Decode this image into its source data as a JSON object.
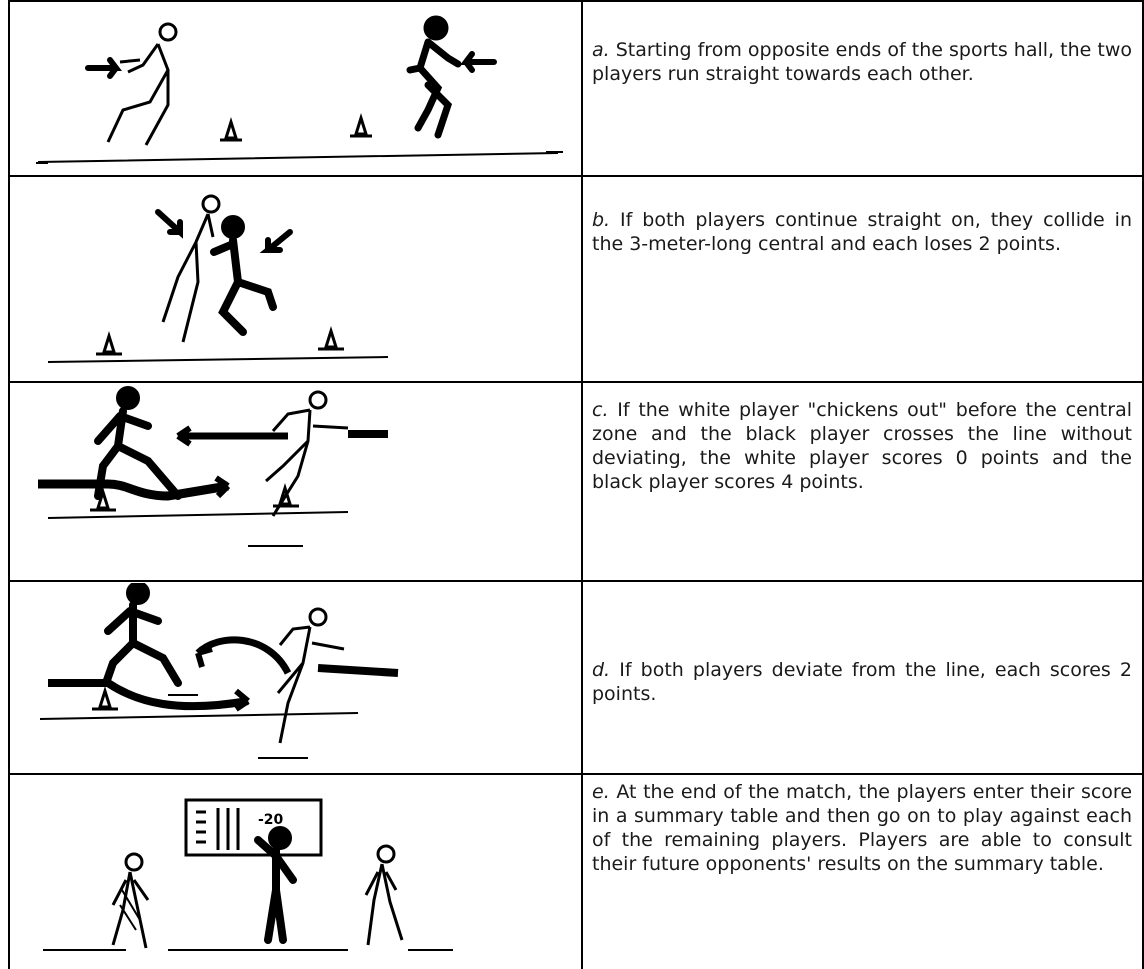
{
  "rows": [
    {
      "label": "a.",
      "text": "Starting from opposite ends of the sports hall, the two players run straight towards each other."
    },
    {
      "label": "b.",
      "text": "If both players continue straight on, they collide in the 3-meter-long central and each loses 2 points."
    },
    {
      "label": "c.",
      "text": "If the white player \"chickens out\" before the central zone and the black player crosses the line without deviating, the white player scores 0 points and the black player scores 4 points."
    },
    {
      "label": "d.",
      "text": "If both players deviate from the line, each scores 2 points."
    },
    {
      "label": "e.",
      "text": "At the end of the match, the players enter their score in a summary table and then go on to play against each of the remaining players. Players are able to consult their future opponents' results on the summary table."
    }
  ],
  "board": {
    "score": "-20"
  },
  "icons": [
    "white-runner-icon",
    "black-runner-icon",
    "direction-arrow-icon",
    "cone-icon",
    "score-board-icon",
    "coach-icon"
  ]
}
